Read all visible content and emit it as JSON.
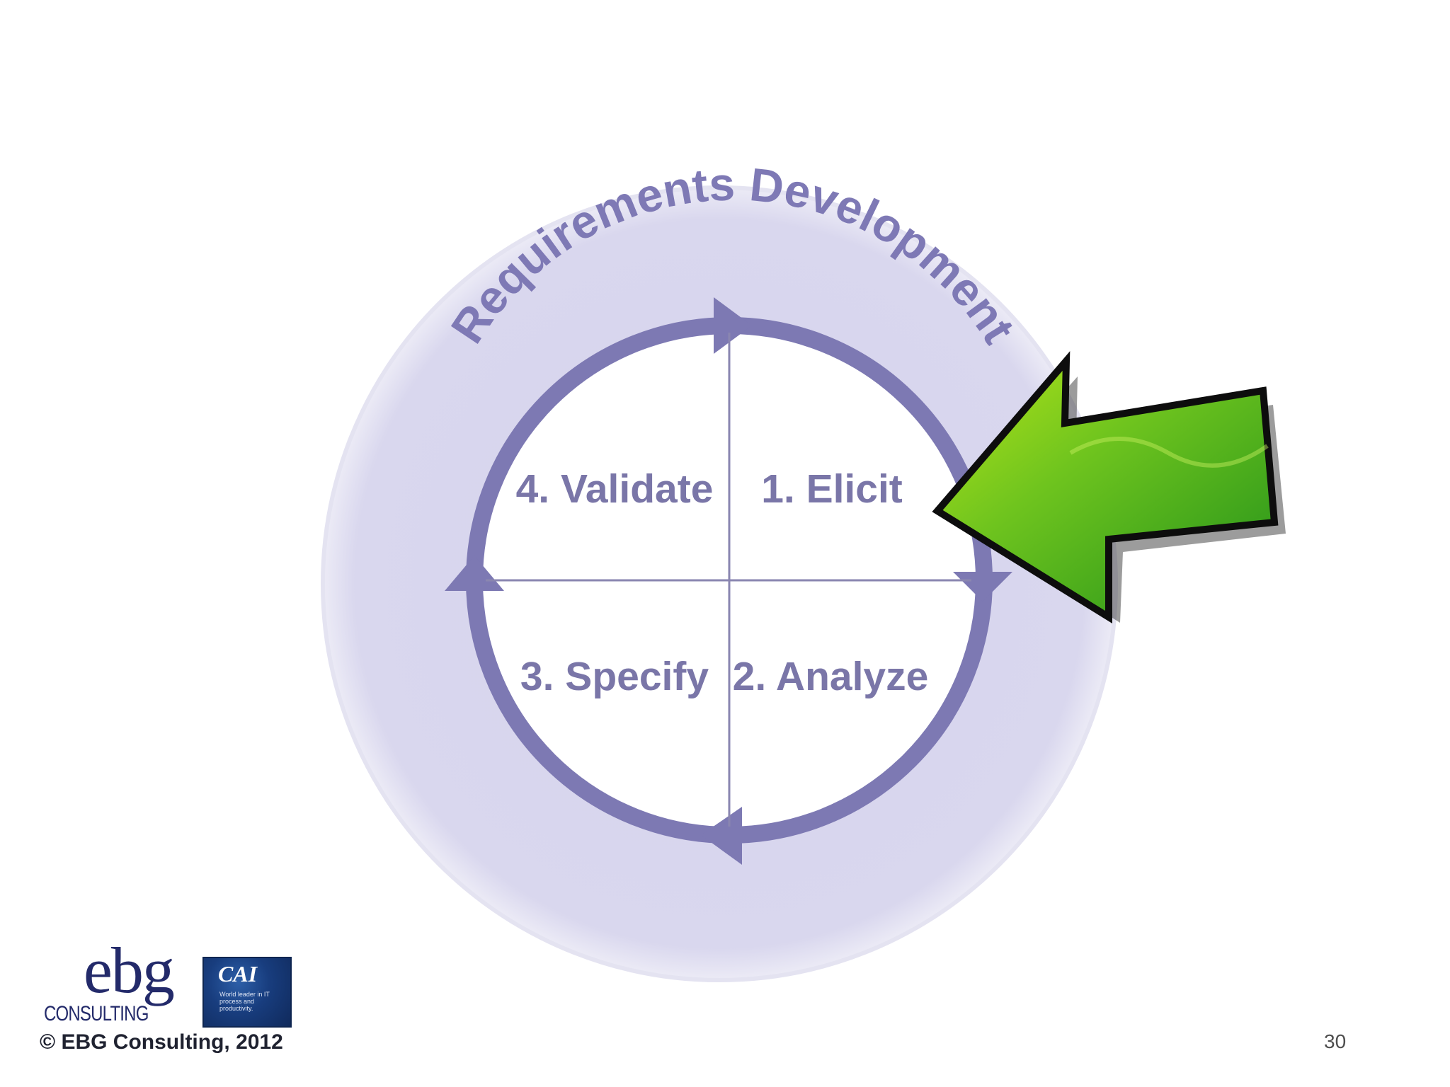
{
  "diagram": {
    "ring_title": "Requirements Development",
    "quadrants": {
      "elicit": "1. Elicit",
      "analyze": "2. Analyze",
      "specify": "3. Specify",
      "validate": "4. Validate"
    },
    "pointer_target": "1. Elicit"
  },
  "footer": {
    "copyright": "© EBG Consulting, 2012",
    "page_number": "30"
  },
  "logos": {
    "ebg_word": "ebg",
    "ebg_sub": "CONSULTING",
    "cai_name": "CAI",
    "cai_tagline": "World leader in IT process and productivity."
  },
  "colors": {
    "outer_disc": "#d9d7ed",
    "cycle_arrow": "#7d79b3",
    "divider": "#8a86b0",
    "pointer_arrow": "#3aa41c"
  }
}
